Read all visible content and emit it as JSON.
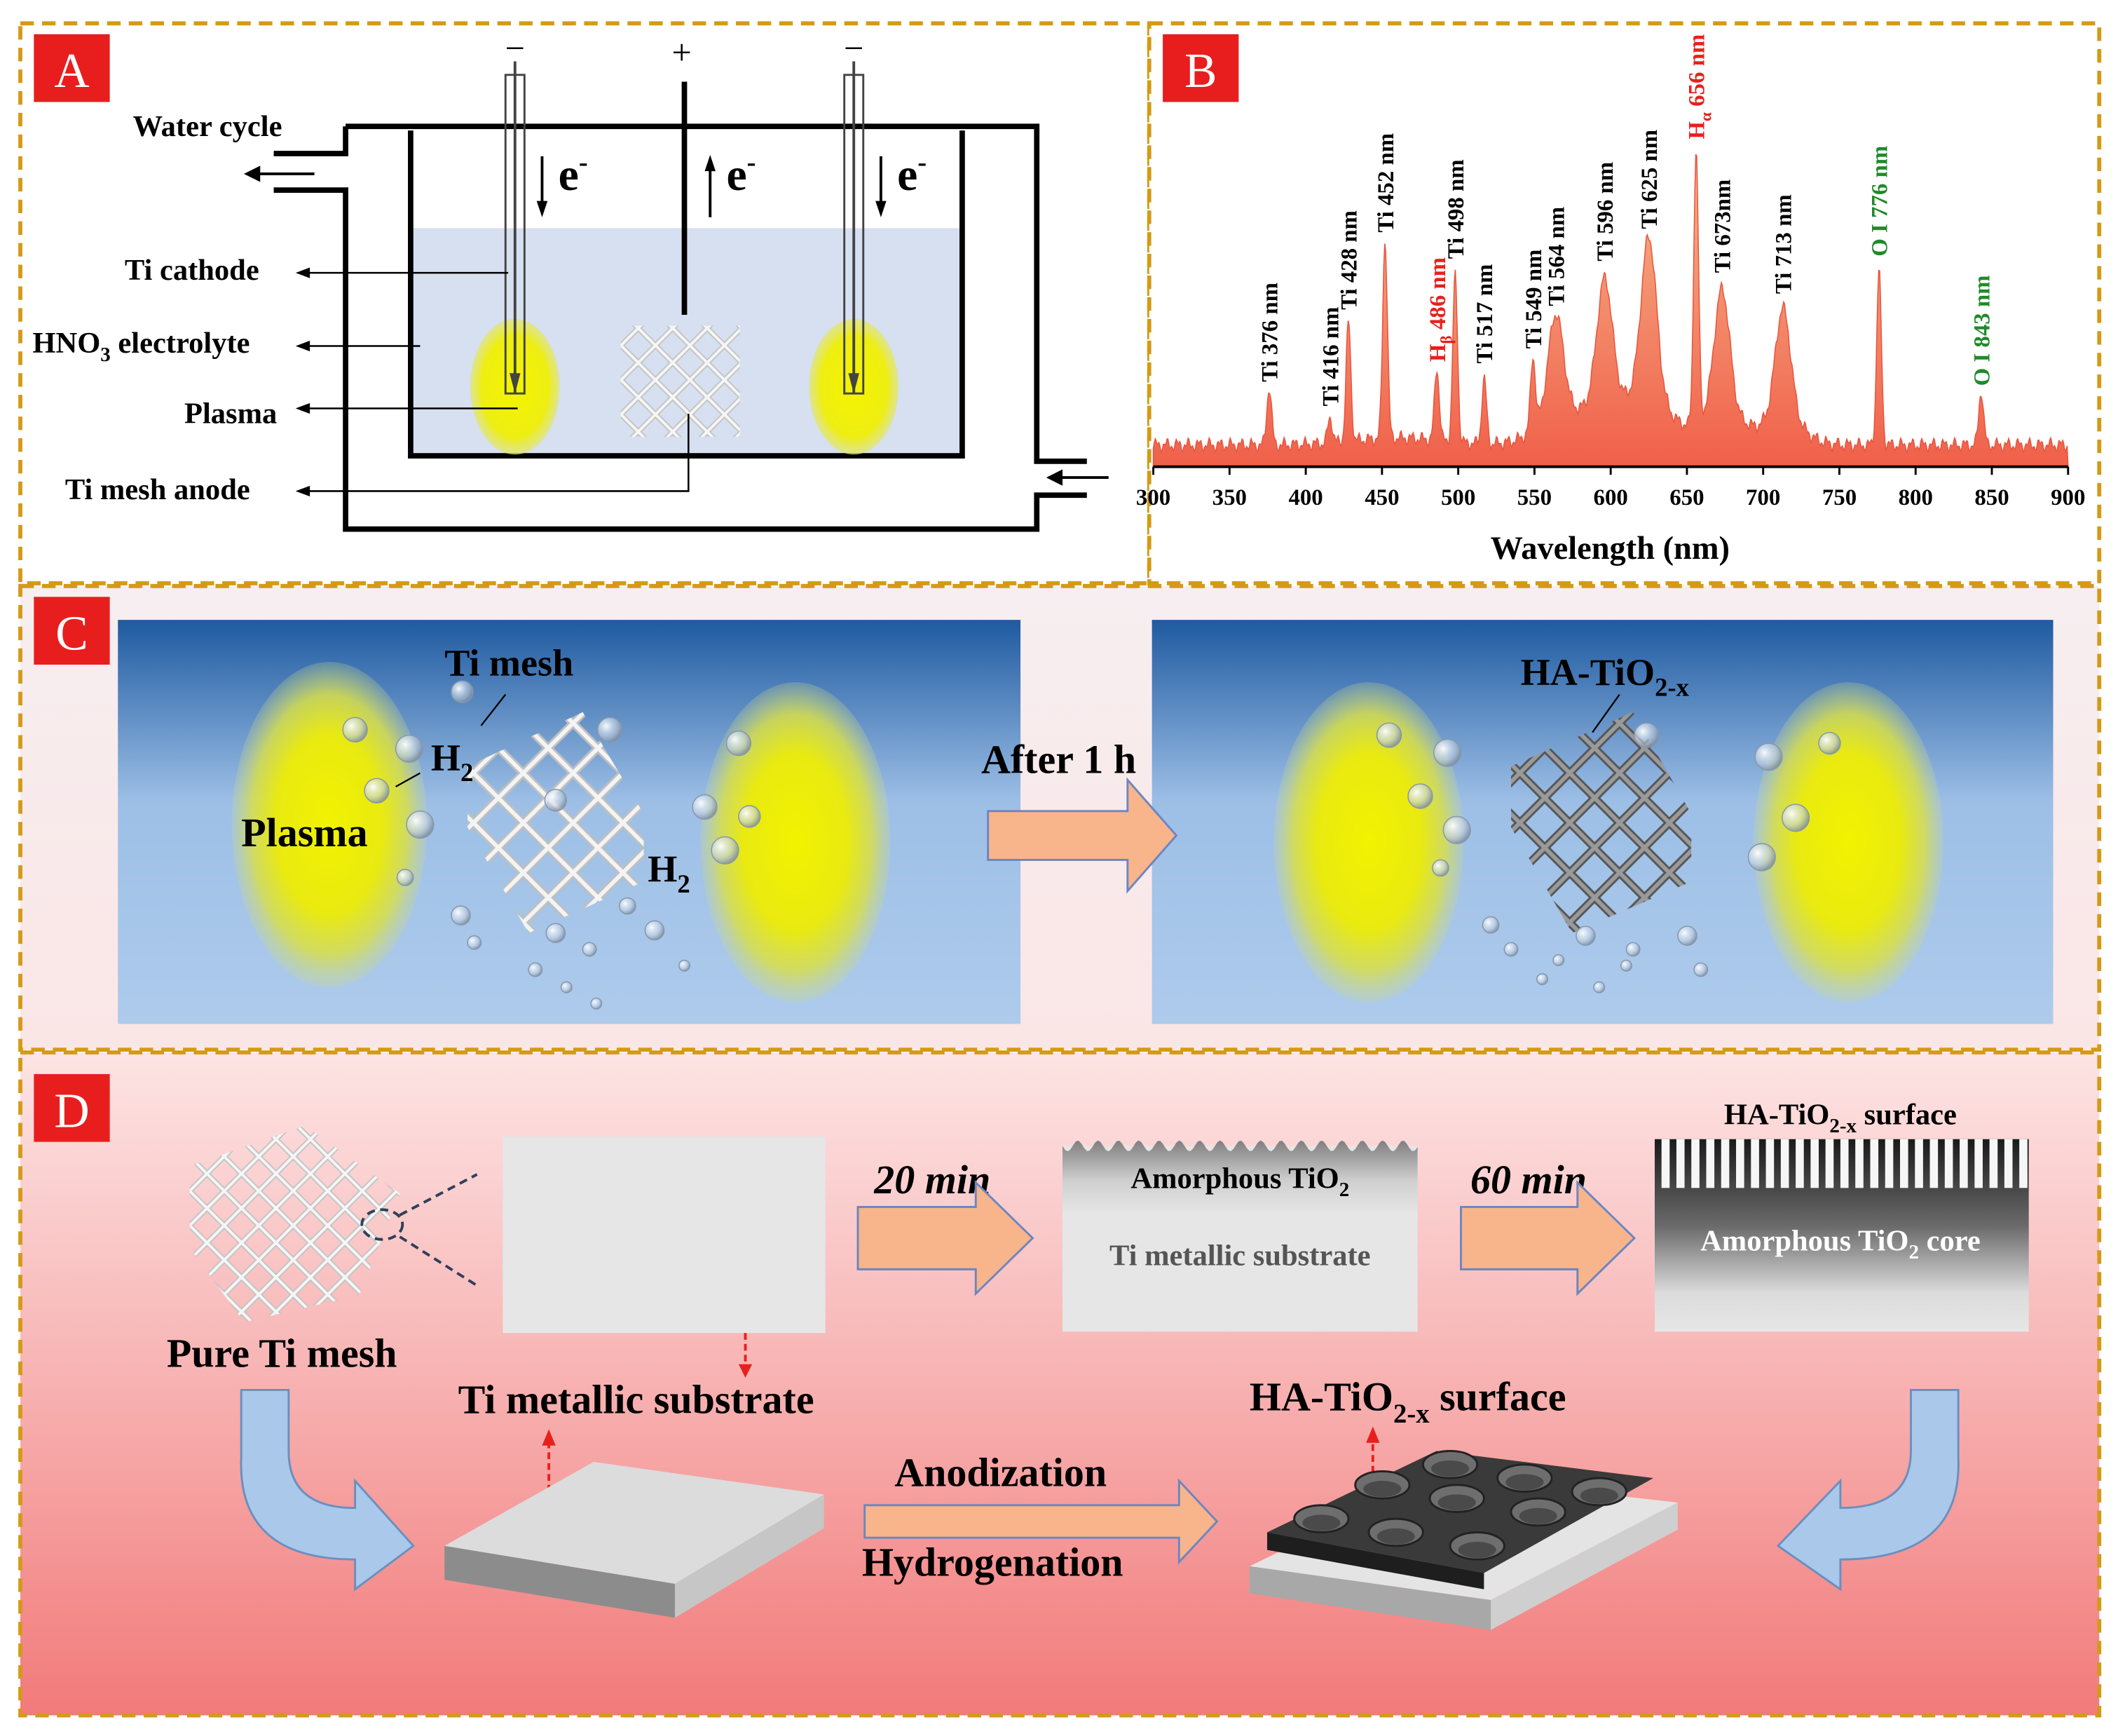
{
  "panels": {
    "a": "A",
    "b": "B",
    "c": "C",
    "d": "D"
  },
  "panel_a": {
    "water_cycle": "Water cycle",
    "ti_cathode": "Ti cathode",
    "electrolyte_main": "HNO",
    "electrolyte_sub": "3",
    "electrolyte_tail": " electrolyte",
    "plasma": "Plasma",
    "ti_mesh_anode": "Ti mesh anode",
    "minus_left": "−",
    "plus": "+",
    "minus_right": "−",
    "electron": "e",
    "electron_sup": "-"
  },
  "chart_data": {
    "type": "line",
    "title": "",
    "xlabel": "Wavelength (nm)",
    "ylabel": "",
    "xlim": [
      300,
      900
    ],
    "xticks": [
      300,
      350,
      400,
      450,
      500,
      550,
      600,
      650,
      700,
      750,
      800,
      850,
      900
    ],
    "peaks": [
      {
        "x": 376,
        "h": 0.16,
        "label": "Ti 376 nm",
        "color": "#000000"
      },
      {
        "x": 416,
        "h": 0.07,
        "label": "Ti 416 nm",
        "color": "#000000"
      },
      {
        "x": 428,
        "h": 0.33,
        "label": "Ti 428 nm",
        "color": "#000000"
      },
      {
        "x": 452,
        "h": 0.55,
        "label": "Ti 452 nm",
        "color": "#000000"
      },
      {
        "x": 486,
        "h": 0.2,
        "label_main": "H",
        "label_sub": "β",
        "label_tail": " 486 nm",
        "color": "#e8201c"
      },
      {
        "x": 498,
        "h": 0.46,
        "label": "Ti 498 nm",
        "color": "#000000"
      },
      {
        "x": 517,
        "h": 0.18,
        "label": "Ti 517 nm",
        "color": "#000000"
      },
      {
        "x": 549,
        "h": 0.2,
        "label": "Ti 549 nm",
        "color": "#000000"
      },
      {
        "x": 564,
        "h": 0.27,
        "label": "Ti 564 nm",
        "color": "#000000"
      },
      {
        "x": 596,
        "h": 0.33,
        "label": "Ti 596 nm",
        "color": "#000000"
      },
      {
        "x": 625,
        "h": 0.43,
        "label": "Ti 625 nm",
        "color": "#000000"
      },
      {
        "x": 656,
        "h": 0.75,
        "label_main": "H",
        "label_sub": "α",
        "label_tail": " 656 nm",
        "color": "#e8201c"
      },
      {
        "x": 673,
        "h": 0.33,
        "label": "Ti 673nm",
        "color": "#000000"
      },
      {
        "x": 713,
        "h": 0.3,
        "label": "Ti 713 nm",
        "color": "#000000"
      },
      {
        "x": 776,
        "h": 0.48,
        "label": "O I 776 nm",
        "color": "#1f8a2a"
      },
      {
        "x": 843,
        "h": 0.15,
        "label": "O I 843 nm",
        "color": "#1f8a2a"
      }
    ]
  },
  "panel_c": {
    "ti_mesh": "Ti mesh",
    "h2_main": "H",
    "h2_sub": "2",
    "plasma": "Plasma",
    "after": "After 1 h",
    "product_main": "HA-TiO",
    "product_sub": "2-x"
  },
  "panel_d": {
    "pure_ti_mesh": "Pure Ti mesh",
    "step1_time": "20 min",
    "step2_time": "60 min",
    "amorphous_main": "Amorphous TiO",
    "amorphous_sub": "2",
    "ti_substrate": "Ti metallic substrate",
    "surface_top_main": "HA-TiO",
    "surface_top_sub": "2-x",
    "surface_top_tail": " surface",
    "core_main": "Amorphous TiO",
    "core_sub": "2",
    "core_tail": " core",
    "ti_substrate_big": "Ti metallic substrate",
    "surface_big_main": "HA-TiO",
    "surface_big_sub": "2-x",
    "surface_big_tail": " surface",
    "anodization": "Anodization",
    "hydrogenation": "Hydrogenation"
  }
}
